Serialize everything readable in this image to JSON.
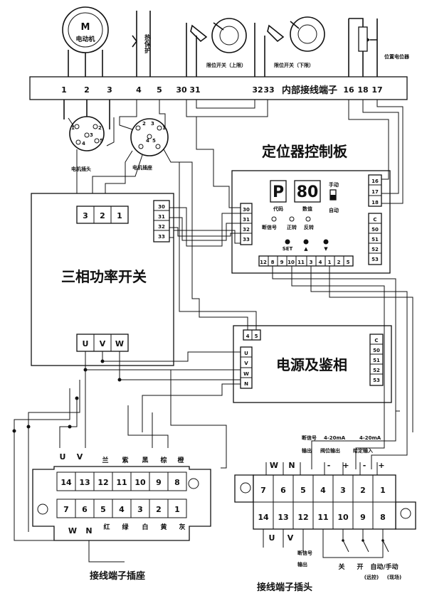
{
  "motor": {
    "symbol": "M",
    "label": "电动机"
  },
  "thermal": {
    "label": "热保护"
  },
  "limit_switch_up": {
    "label": "限位开关（上限）"
  },
  "limit_switch_down": {
    "label": "限位开关（下限）"
  },
  "position_sensor": {
    "label": "位置电位器"
  },
  "terminal_strip": {
    "label": "内部接线端子",
    "left_terminals": [
      "1",
      "2",
      "3",
      "4",
      "5",
      "30",
      "31"
    ],
    "right_terminals": [
      "32",
      "33"
    ],
    "far_terminals": [
      "16",
      "18",
      "17"
    ]
  },
  "motor_plug": {
    "label": "电机插头",
    "pins": [
      "1",
      "2",
      "3",
      "4",
      "5"
    ]
  },
  "motor_socket": {
    "label": "电机插座",
    "pins": [
      "1",
      "2",
      "3",
      "4",
      "5"
    ]
  },
  "power_switch": {
    "label": "三相功率开关",
    "input_pins": [
      "3",
      "2",
      "1"
    ],
    "side_pins": [
      "30",
      "31",
      "32",
      "33"
    ],
    "output_pins": [
      "U",
      "V",
      "W"
    ]
  },
  "controller": {
    "title": "定位器控制板",
    "display_code": "P",
    "display_value": "80",
    "code_label": "代码",
    "value_label": "数值",
    "manual_label": "手动",
    "auto_label": "自动",
    "led_labels": [
      "断信号",
      "正转",
      "反转"
    ],
    "buttons": [
      "SET",
      "▲",
      "▼"
    ],
    "left_pins": [
      "30",
      "31",
      "32",
      "33"
    ],
    "right_top_pins": [
      "16",
      "17",
      "18"
    ],
    "right_pins": [
      "C",
      "50",
      "51",
      "52",
      "53"
    ],
    "bottom_pins": [
      "12",
      "8",
      "9",
      "10",
      "11",
      "3",
      "4",
      "1",
      "2",
      "5"
    ]
  },
  "power_unit": {
    "title": "电源及鉴相",
    "top_pins": [
      "4",
      "5"
    ],
    "left_pins": [
      "U",
      "V",
      "W",
      "N"
    ],
    "right_pins": [
      "C",
      "50",
      "51",
      "52",
      "53"
    ]
  },
  "socket": {
    "label": "接线端子插座",
    "top_labels": [
      "U",
      "V"
    ],
    "bottom_labels": [
      "W",
      "N"
    ],
    "color_top": [
      "兰",
      "紫",
      "黑",
      "棕",
      "橙"
    ],
    "color_bottom": [
      "红",
      "绿",
      "白",
      "黄",
      "灰"
    ],
    "row1": [
      "14",
      "13",
      "12",
      "11",
      "10",
      "9",
      "8"
    ],
    "row2": [
      "7",
      "6",
      "5",
      "4",
      "3",
      "2",
      "1"
    ]
  },
  "plug": {
    "label": "接线端子插头",
    "header_signals": [
      "断信号",
      "4-20mA",
      "4-20mA"
    ],
    "header_texts": [
      "输出",
      "阀位输出",
      "给定输入"
    ],
    "top_letters": [
      "W",
      "N"
    ],
    "signs": [
      "-",
      "+",
      "-",
      "+"
    ],
    "row1": [
      "7",
      "6",
      "5",
      "4",
      "3",
      "2",
      "1"
    ],
    "row2": [
      "14",
      "13",
      "12",
      "11",
      "10",
      "9",
      "8"
    ],
    "bottom_letters": [
      "U",
      "V"
    ],
    "bottom_left_label": [
      "断信号",
      "输出"
    ],
    "switch_labels": [
      "关",
      "开",
      "自动/手动"
    ],
    "switch_sub": [
      "(远控)",
      "(现场)"
    ]
  }
}
